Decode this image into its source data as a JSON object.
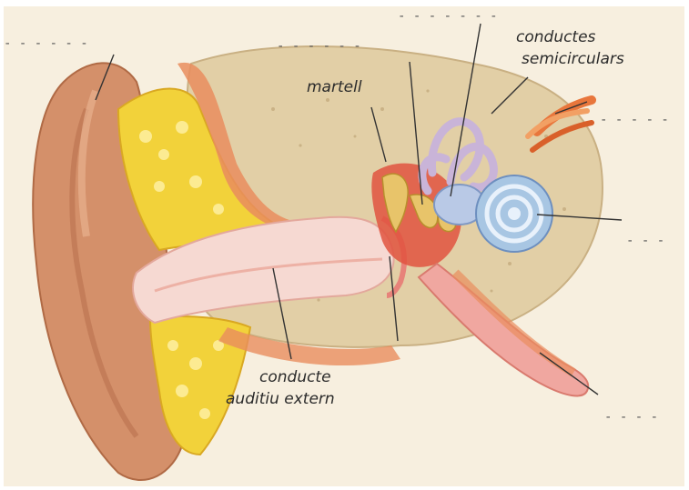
{
  "labels": {
    "semicircular": {
      "line1": "conductes",
      "line2": "semicirculars"
    },
    "hammer": "martell",
    "canal": {
      "line1": "conducte",
      "line2": "auditiu extern"
    }
  },
  "blanks": {
    "pinna": "- - - - - -",
    "eardrum": "- - - - - -",
    "stirrup": "- - - - - - -",
    "nerve": "- - - - -",
    "cochlea": "- - -",
    "eustachian": "- - - -"
  },
  "colors": {
    "background": "#f7efdf",
    "bone": "#e2cfa6",
    "skin": "#d4906a",
    "fat": "#f2d23a",
    "canal": "#f6d9d2",
    "muscle": "#e98d5e",
    "cochlea": "#a8c6e3",
    "semicircular": "#c9b4d8",
    "ossicle": "#e8c46a",
    "leader": "#333333"
  }
}
